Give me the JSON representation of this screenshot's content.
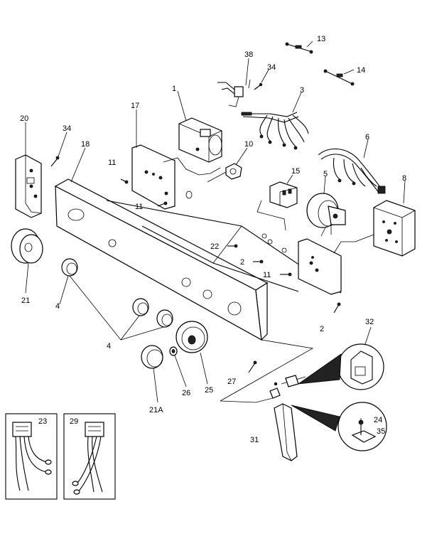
{
  "diagram": {
    "labels": {
      "p13": "13",
      "p14": "14",
      "p38": "38",
      "p34a": "34",
      "p1": "1",
      "p3": "3",
      "p17": "17",
      "p20": "20",
      "p34b": "34",
      "p18": "18",
      "p11a": "11",
      "p10": "10",
      "p15": "15",
      "p5": "5",
      "p6": "6",
      "p8": "8",
      "p11b": "11",
      "p22": "22",
      "p2a": "2",
      "p11c": "11",
      "p21": "21",
      "p4a": "4",
      "p2b": "2",
      "p4b": "4",
      "p32": "32",
      "p27": "27",
      "p26": "26",
      "p25": "25",
      "p21a": "21A",
      "p24": "24",
      "p35": "35",
      "p31": "31",
      "p23": "23",
      "p29": "29"
    }
  }
}
